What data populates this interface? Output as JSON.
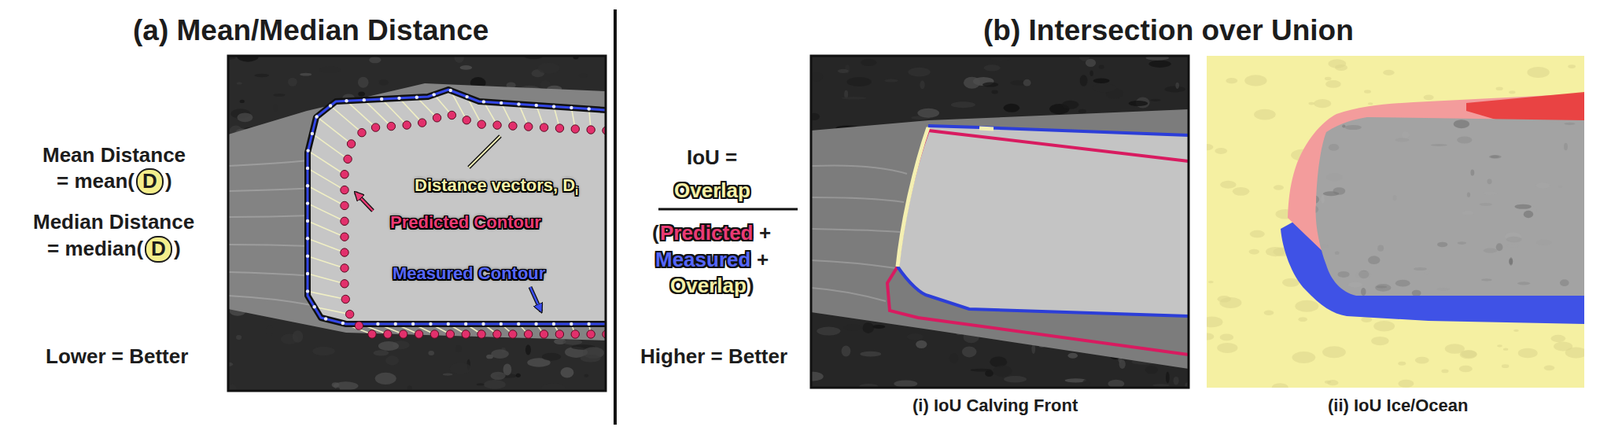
{
  "diagram": {
    "nodes": [
      {
        "text": [
          "D"
        ]
      },
      {
        "text": [
          "D"
        ]
      }
    ],
    "labels": [
      "(a) Mean/Median Distance",
      "(b) Intersection over Union",
      "Mean Distance",
      "= mean(",
      ")",
      "Median Distance",
      "= median(",
      ")",
      "Lower = Better",
      "Distance vectors, D",
      "i",
      "Predicted Contour",
      "Measured Contour",
      "IoU =",
      "Overlap",
      "(",
      "Predicted",
      "+",
      "Measured",
      "+",
      "Overlap",
      ")",
      "Higher = Better",
      "(i) IoU Calving Front",
      "(ii) IoU Ice/Ocean"
    ]
  }
}
